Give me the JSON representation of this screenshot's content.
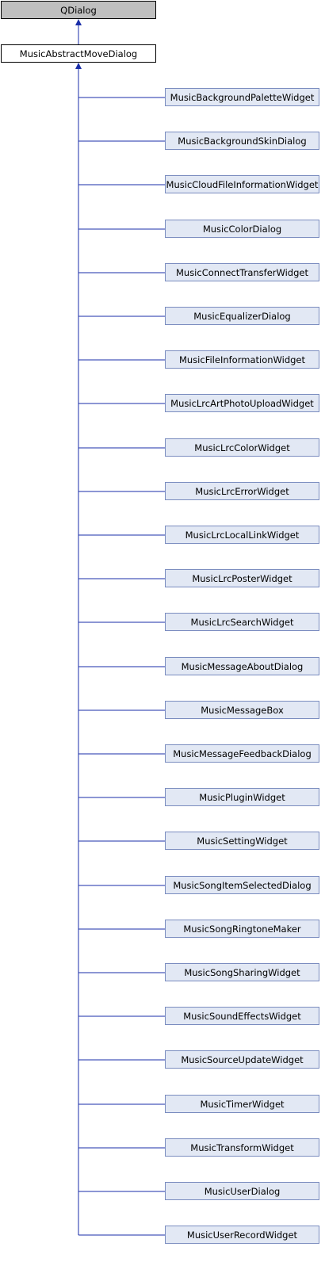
{
  "colors": {
    "edge": "#1a2ea8",
    "base_fill": "#bfbfbf",
    "parent_fill": "#ffffff",
    "child_fill": "#e2e8f4",
    "child_border": "#7a8cbf"
  },
  "base_class": "QDialog",
  "parent_class": "MusicAbstractMoveDialog",
  "children": [
    "MusicBackgroundPaletteWidget",
    "MusicBackgroundSkinDialog",
    "MusicCloudFileInformationWidget",
    "MusicColorDialog",
    "MusicConnectTransferWidget",
    "MusicEqualizerDialog",
    "MusicFileInformationWidget",
    "MusicLrcArtPhotoUploadWidget",
    "MusicLrcColorWidget",
    "MusicLrcErrorWidget",
    "MusicLrcLocalLinkWidget",
    "MusicLrcPosterWidget",
    "MusicLrcSearchWidget",
    "MusicMessageAboutDialog",
    "MusicMessageBox",
    "MusicMessageFeedbackDialog",
    "MusicPluginWidget",
    "MusicSettingWidget",
    "MusicSongItemSelectedDialog",
    "MusicSongRingtoneMaker",
    "MusicSongSharingWidget",
    "MusicSoundEffectsWidget",
    "MusicSourceUpdateWidget",
    "MusicTimerWidget",
    "MusicTransformWidget",
    "MusicUserDialog",
    "MusicUserRecordWidget"
  ]
}
